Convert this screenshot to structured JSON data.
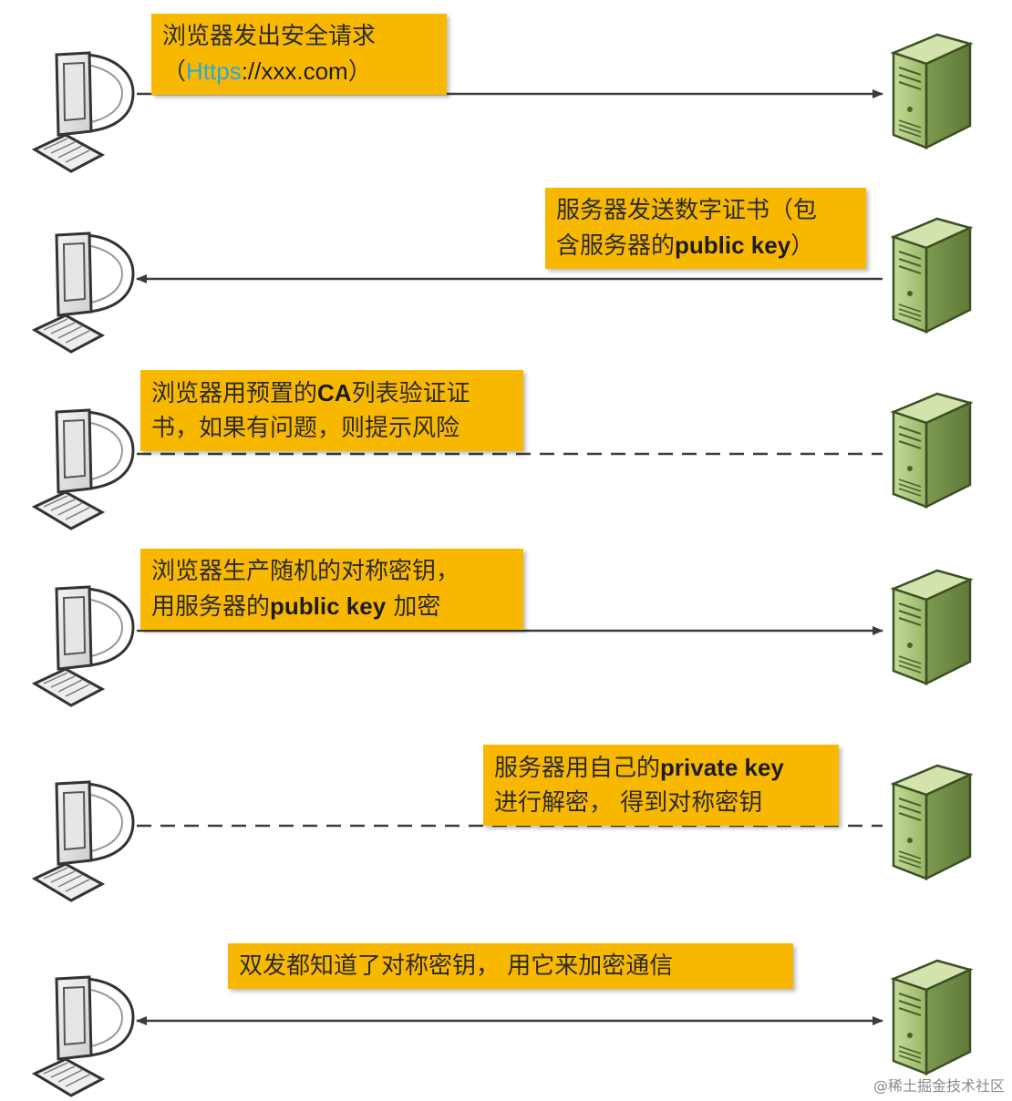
{
  "steps": [
    {
      "direction": "to-server",
      "line": "solid",
      "note": [
        [
          "浏览器发出安全请求"
        ],
        [
          "（",
          {
            "link": "Https"
          },
          {
            "plain": "://xxx.com"
          },
          "）"
        ]
      ]
    },
    {
      "direction": "to-client",
      "line": "solid",
      "note": [
        [
          "服务器发送数字证书（包"
        ],
        [
          "含服务器的",
          {
            "em": "public key"
          },
          "）"
        ]
      ]
    },
    {
      "direction": "none",
      "line": "dashed",
      "note": [
        [
          "浏览器用预置的",
          {
            "em": "CA"
          },
          "列表验证证"
        ],
        [
          "书，如果有问题，则提示风险"
        ]
      ]
    },
    {
      "direction": "to-server",
      "line": "solid",
      "note": [
        [
          "浏览器生产随机的对称密钥，"
        ],
        [
          "用服务器的",
          {
            "em": "public key"
          },
          " 加密"
        ]
      ]
    },
    {
      "direction": "none",
      "line": "dashed",
      "note": [
        [
          "服务器用自己的",
          {
            "em": "private key"
          }
        ],
        [
          "进行解密， 得到对称密钥"
        ]
      ]
    },
    {
      "direction": "both",
      "line": "solid",
      "note": [
        [
          "双发都知道了对称密钥， 用它来加密通信"
        ]
      ]
    }
  ],
  "icons": {
    "client": "desktop-computer-icon",
    "server": "server-tower-icon"
  },
  "colors": {
    "note_bg": "#f9b800",
    "link": "#2aa7de",
    "line": "#3c3c3c",
    "server": "#a9c47a"
  },
  "watermark": "@稀土掘金技术社区"
}
